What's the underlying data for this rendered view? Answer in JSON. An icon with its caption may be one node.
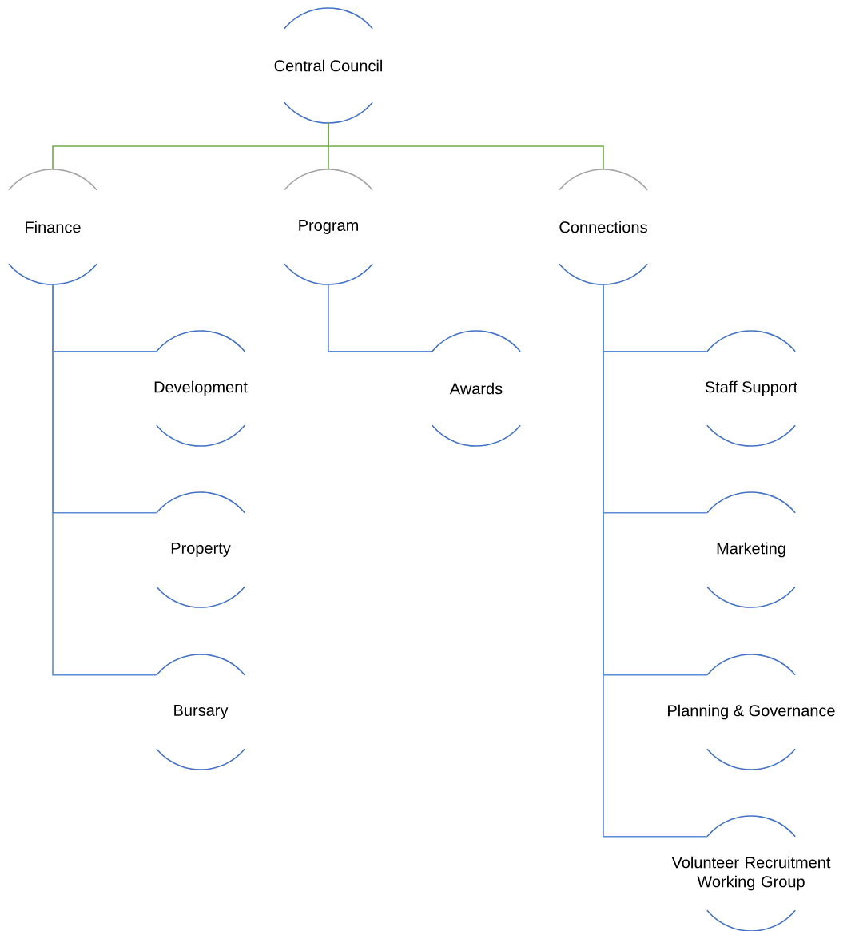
{
  "diagram": {
    "nodes": [
      {
        "text": [
          "Central Council"
        ]
      },
      {
        "text": [
          "Finance"
        ]
      },
      {
        "text": [
          "Program"
        ]
      },
      {
        "text": [
          "Connections"
        ]
      },
      {
        "text": [
          "Development"
        ]
      },
      {
        "text": [
          "Property"
        ]
      },
      {
        "text": [
          "Bursary"
        ]
      },
      {
        "text": [
          "Awards"
        ]
      },
      {
        "text": [
          "Staff Support"
        ]
      },
      {
        "text": [
          "Marketing"
        ]
      },
      {
        "text": [
          "Planning & Governance"
        ]
      },
      {
        "text": [
          "Volunteer Recruitment Working Group"
        ]
      }
    ],
    "edges": [
      {
        "from": 0,
        "to": 1,
        "arrow": "none",
        "color": "#70ad47"
      },
      {
        "from": 0,
        "to": 2,
        "arrow": "none",
        "color": "#70ad47"
      },
      {
        "from": 0,
        "to": 3,
        "arrow": "none",
        "color": "#70ad47"
      },
      {
        "from": 1,
        "to": 4,
        "arrow": "none"
      },
      {
        "from": 1,
        "to": 5,
        "arrow": "none"
      },
      {
        "from": 1,
        "to": 6,
        "arrow": "none"
      },
      {
        "from": 2,
        "to": 7,
        "arrow": "none"
      },
      {
        "from": 3,
        "to": 8,
        "arrow": "none"
      },
      {
        "from": 3,
        "to": 9,
        "arrow": "none"
      },
      {
        "from": 3,
        "to": 10,
        "arrow": "none"
      },
      {
        "from": 3,
        "to": 11,
        "arrow": "none"
      }
    ]
  }
}
